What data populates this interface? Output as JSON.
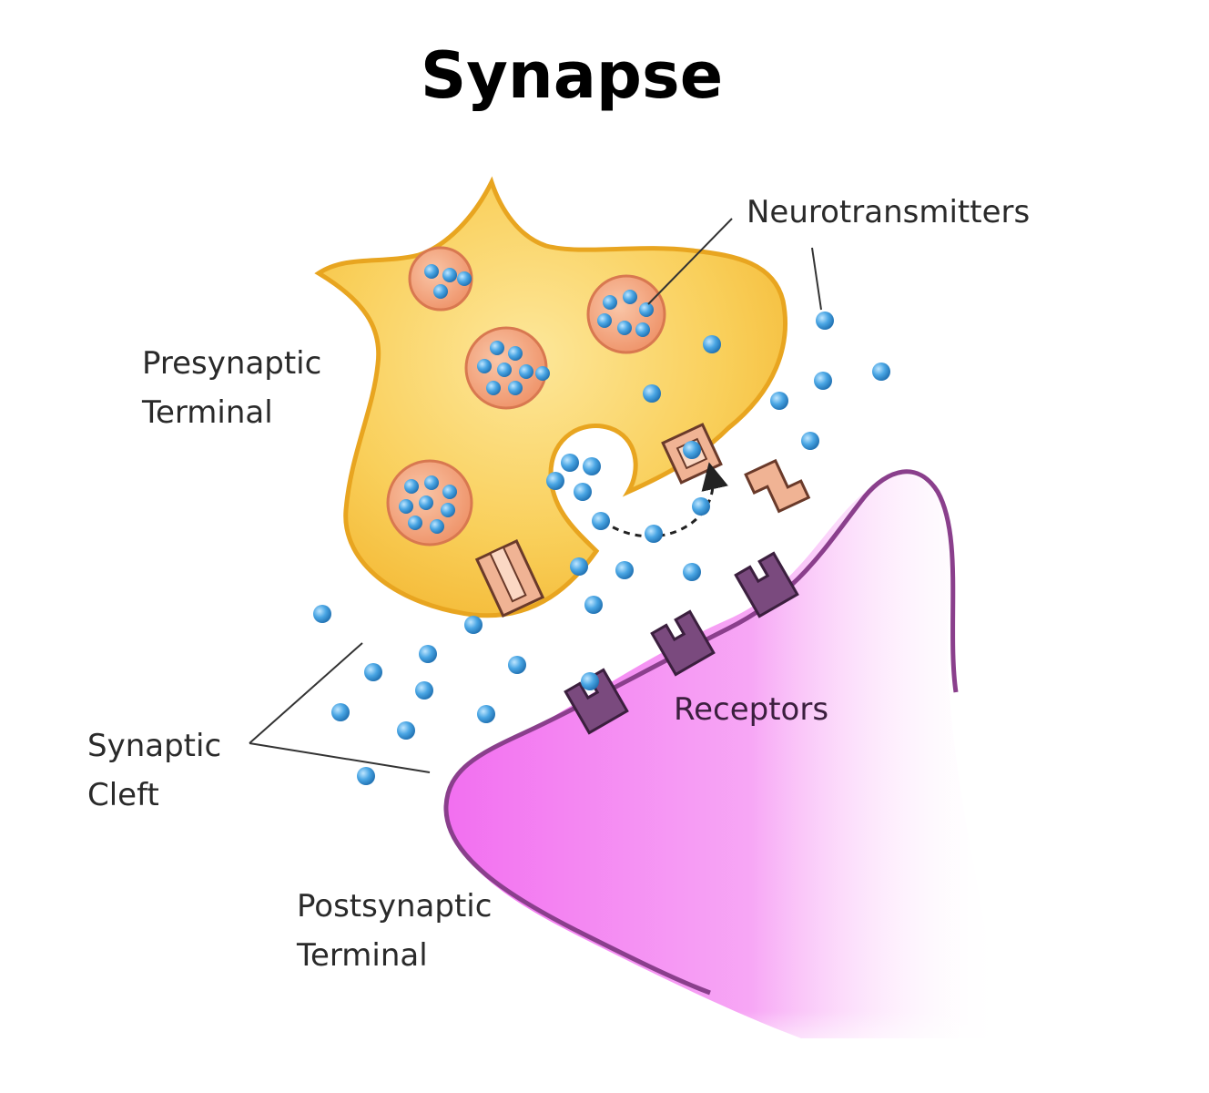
{
  "title": "Synapse",
  "labels": {
    "neurotransmitters": "Neurotransmitters",
    "presynaptic_line1": "Presynaptic",
    "presynaptic_line2": "Terminal",
    "synaptic_cleft_line1": "Synaptic",
    "synaptic_cleft_line2": "Cleft",
    "receptors": "Receptors",
    "postsynaptic_line1": "Postsynaptic",
    "postsynaptic_line2": "Terminal"
  },
  "colors": {
    "presynaptic_fill": "#f7c445",
    "presynaptic_outline": "#e8a520",
    "postsynaptic_fill": "#f58cf3",
    "postsynaptic_outline": "#8a3f8c",
    "vesicle_fill": "#f3a07a",
    "vesicle_outline": "#d87850",
    "neurotransmitter": "#3b97d8",
    "receptor": "#7a4a7e",
    "transporter": "#f0b394"
  }
}
